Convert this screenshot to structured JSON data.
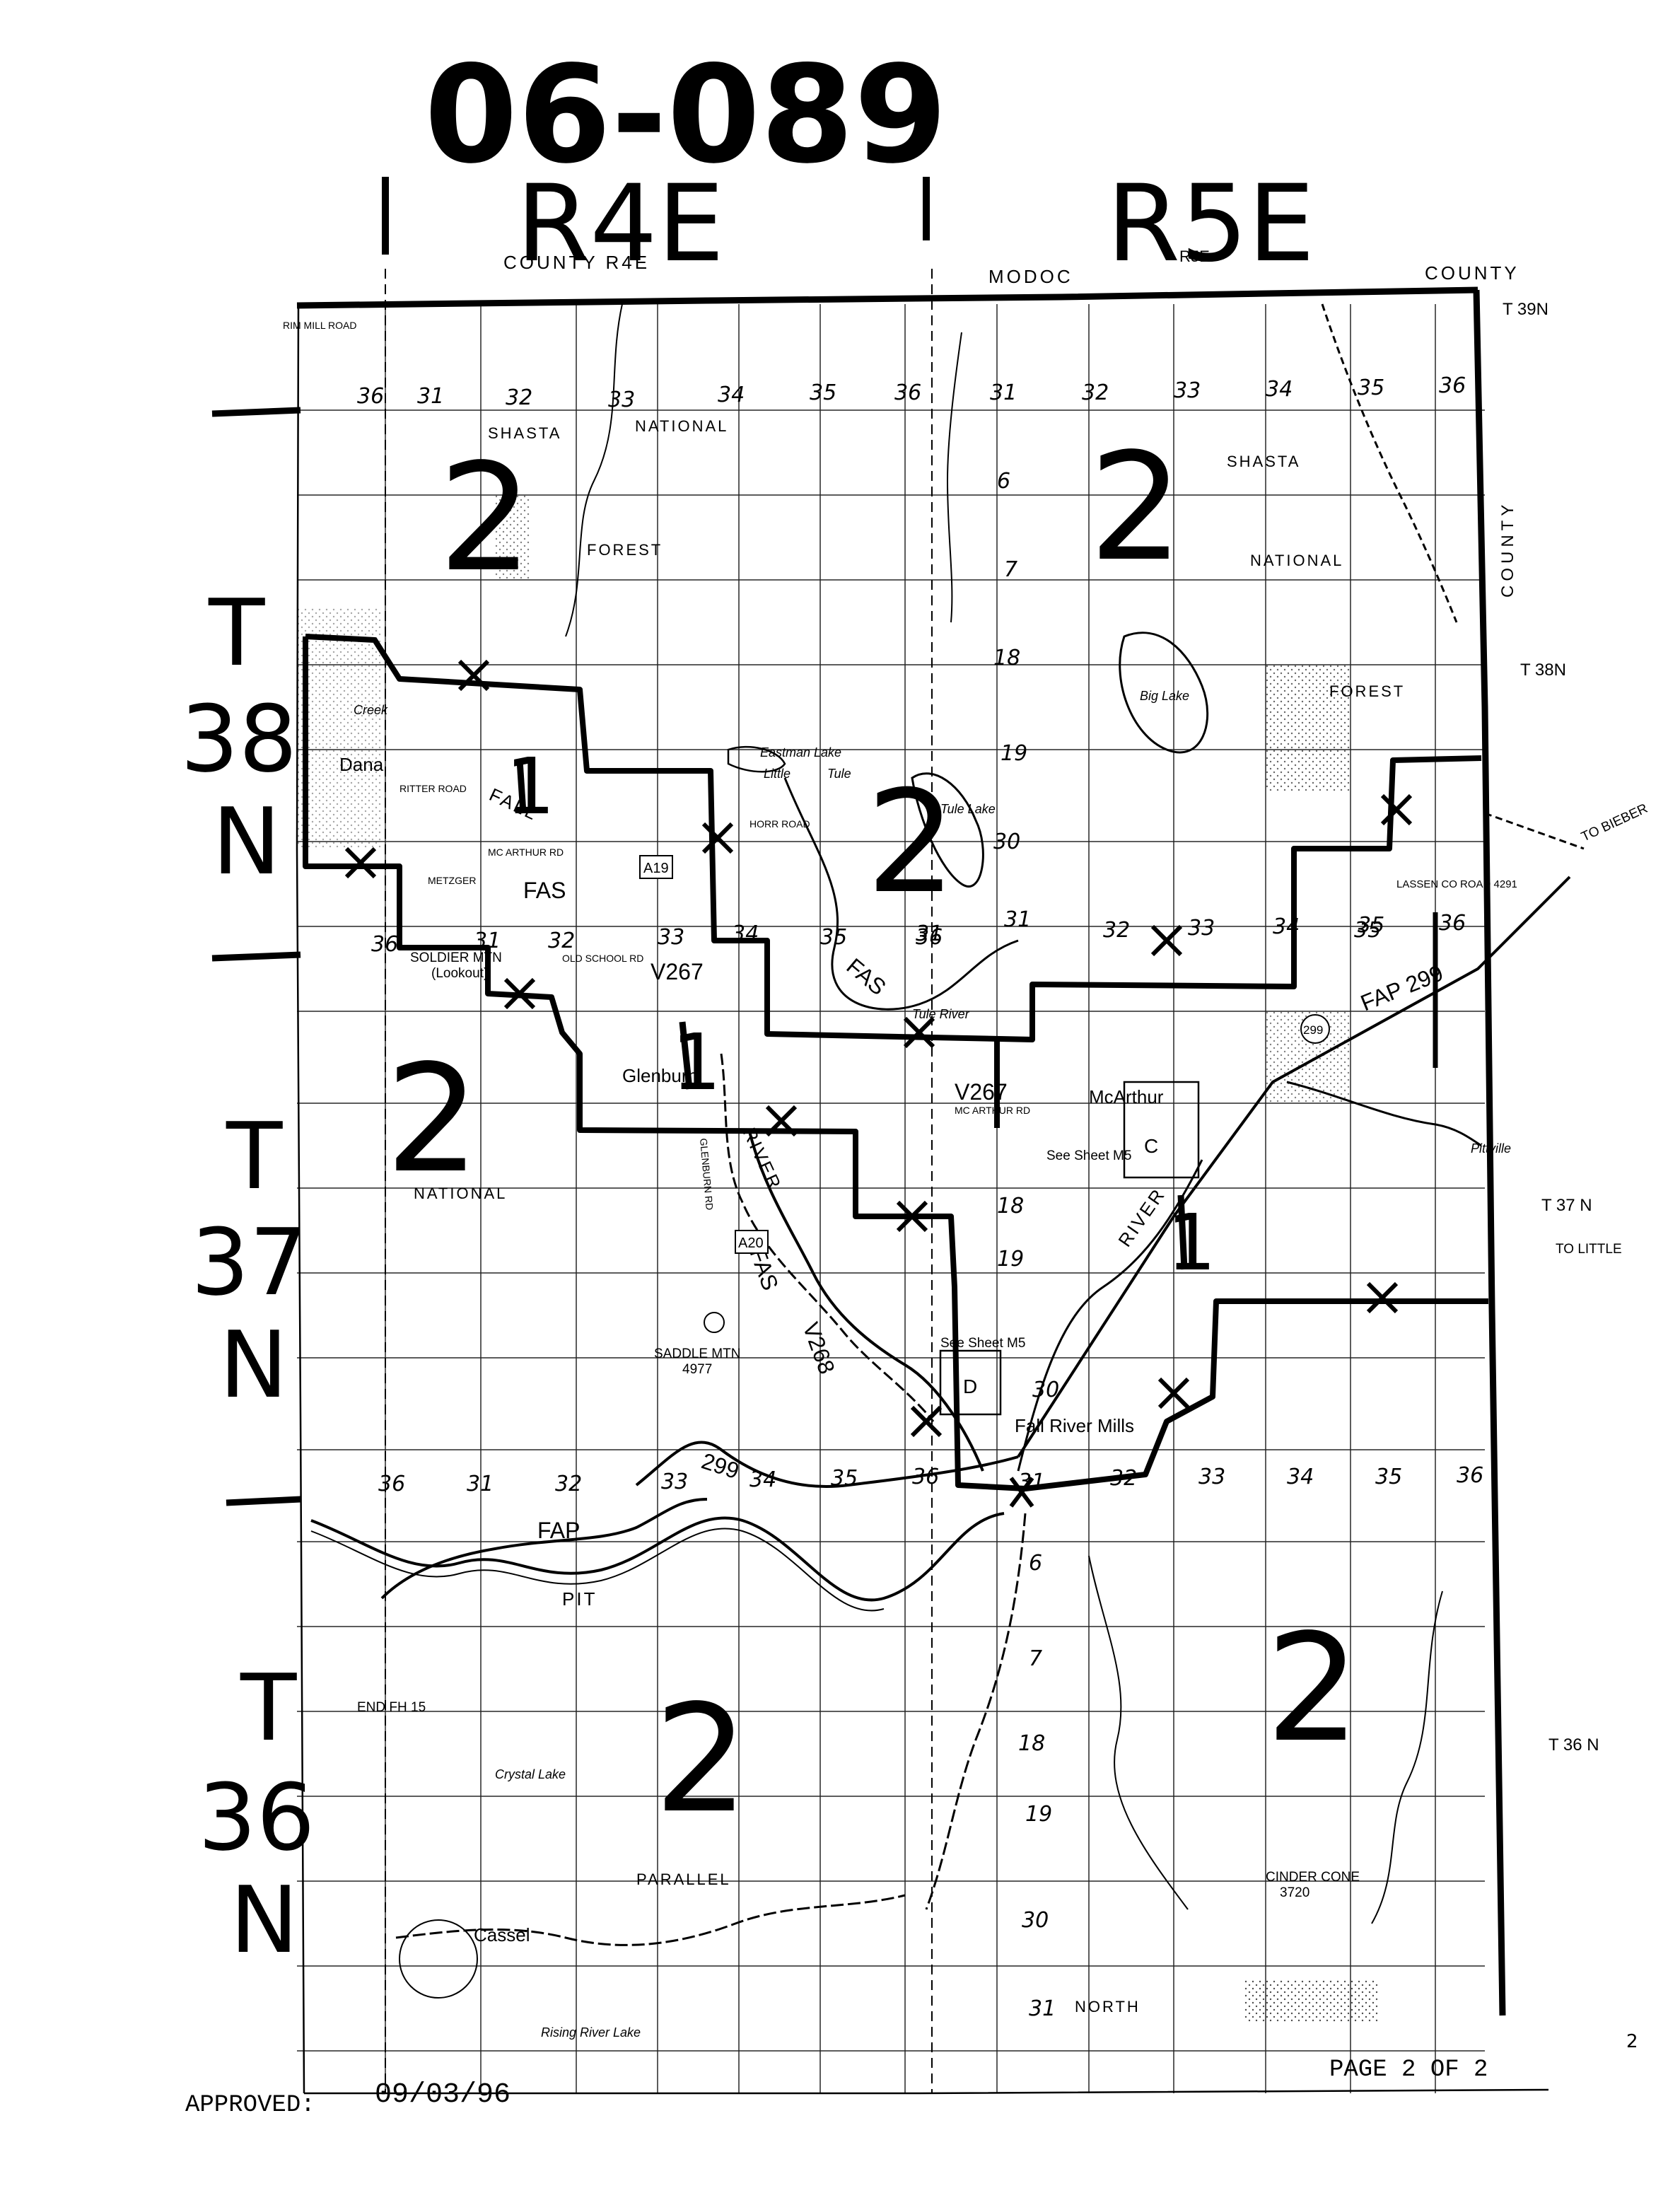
{
  "header": {
    "doc_number": "06-089",
    "range_left": "R4E",
    "range_right": "R5E"
  },
  "footer": {
    "approved_label": "APPROVED:",
    "approved_date": "09/03/96",
    "page": "PAGE 2 OF 2",
    "corner_mark": "2"
  },
  "township_labels": [
    {
      "t": "T",
      "num": "38",
      "n": "N"
    },
    {
      "t": "T",
      "num": "37",
      "n": "N"
    },
    {
      "t": "T",
      "num": "36",
      "n": "N"
    }
  ],
  "zone_labels": [
    "2",
    "2",
    "1",
    "2",
    "2",
    "1",
    "2",
    "1",
    "2",
    "2"
  ],
  "labels": {
    "county_r4e": "COUNTY R4E",
    "modoc": "MODOC",
    "r5e_small": "R5E",
    "county_top_right": "COUNTY",
    "county_vertical": "COUNTY",
    "t39n": "T 39N",
    "t38n": "T 38N",
    "t37n": "T 37 N",
    "t36n": "T 36 N",
    "shasta_1": "SHASTA",
    "national_1": "NATIONAL",
    "forest_1": "FOREST",
    "shasta_2": "SHASTA",
    "national_2": "NATIONAL",
    "forest_2": "FOREST",
    "national_3": "NATIONAL",
    "parallel": "PARALLEL",
    "north": "NORTH",
    "dana": "Dana",
    "glenburn": "Glenburn",
    "mcarthur": "McArthur",
    "fall_river_mills": "Fall River Mills",
    "cassel": "Cassel",
    "pittville": "Pittville",
    "eastman_lake": "Eastman Lake",
    "little": "Little",
    "tule": "Tule",
    "tule_lake": "Tule Lake",
    "big_lake": "Big Lake",
    "crystal_lake": "Crystal Lake",
    "rising_river_lake": "Rising River Lake",
    "tule_river": "Tule River",
    "river_1": "RIVER",
    "river_2": "RIVER",
    "pit": "PIT",
    "fall": "FALL",
    "creek": "Creek",
    "fas_1": "FAS",
    "fas_2": "FAS",
    "fas_3": "FAS",
    "fap_1": "FAP",
    "fap_299": "FAP 299",
    "v267_1": "V267",
    "v267_2": "V267",
    "v268": "V268",
    "hwy_299": "299",
    "shield_a19": "A19",
    "shield_a20": "A20",
    "shield_299": "299",
    "end_fh15": "END FH 15",
    "saddle_mtn": "SADDLE MTN",
    "saddle_elev": "4977",
    "soldier_mtn": "SOLDIER MTN",
    "soldier_lookout": "(Lookout)",
    "cinder_cone": "CINDER CONE",
    "cinder_elev": "3720",
    "see_sheet_m5_c": "See Sheet M5",
    "see_sheet_m5_d": "See Sheet M5",
    "inset_c": "C",
    "inset_d": "D",
    "to_bieber": "TO BIEBER",
    "to_little": "TO LITTLE",
    "lassen_co_road": "LASSEN CO ROAD 4291",
    "mcarthur_rd": "MC ARTHUR RD",
    "metzger": "METZGER",
    "old_school_rd": "OLD SCHOOL RD",
    "ritter_road": "RITTER ROAD",
    "horr_road": "HORR ROAD",
    "glenburn_rd": "GLENBURN RD",
    "mcarthur_rd_2": "MC ARTHUR RD",
    "rim_road": "RIM MILL ROAD"
  },
  "section_numbers": [
    "36",
    "31",
    "32",
    "33",
    "34",
    "35",
    "36",
    "31",
    "32",
    "33",
    "34",
    "35",
    "36",
    "6",
    "7",
    "18",
    "19",
    "30",
    "31",
    "18",
    "19",
    "30",
    "36",
    "31",
    "32",
    "33",
    "35",
    "34",
    "31",
    "32",
    "33",
    "34",
    "35",
    "36",
    "6",
    "7",
    "18",
    "19",
    "30",
    "31",
    "31",
    "32",
    "33",
    "34",
    "35",
    "36",
    "36",
    "31",
    "32",
    "33",
    "34",
    "35",
    "36",
    "35",
    "36"
  ]
}
